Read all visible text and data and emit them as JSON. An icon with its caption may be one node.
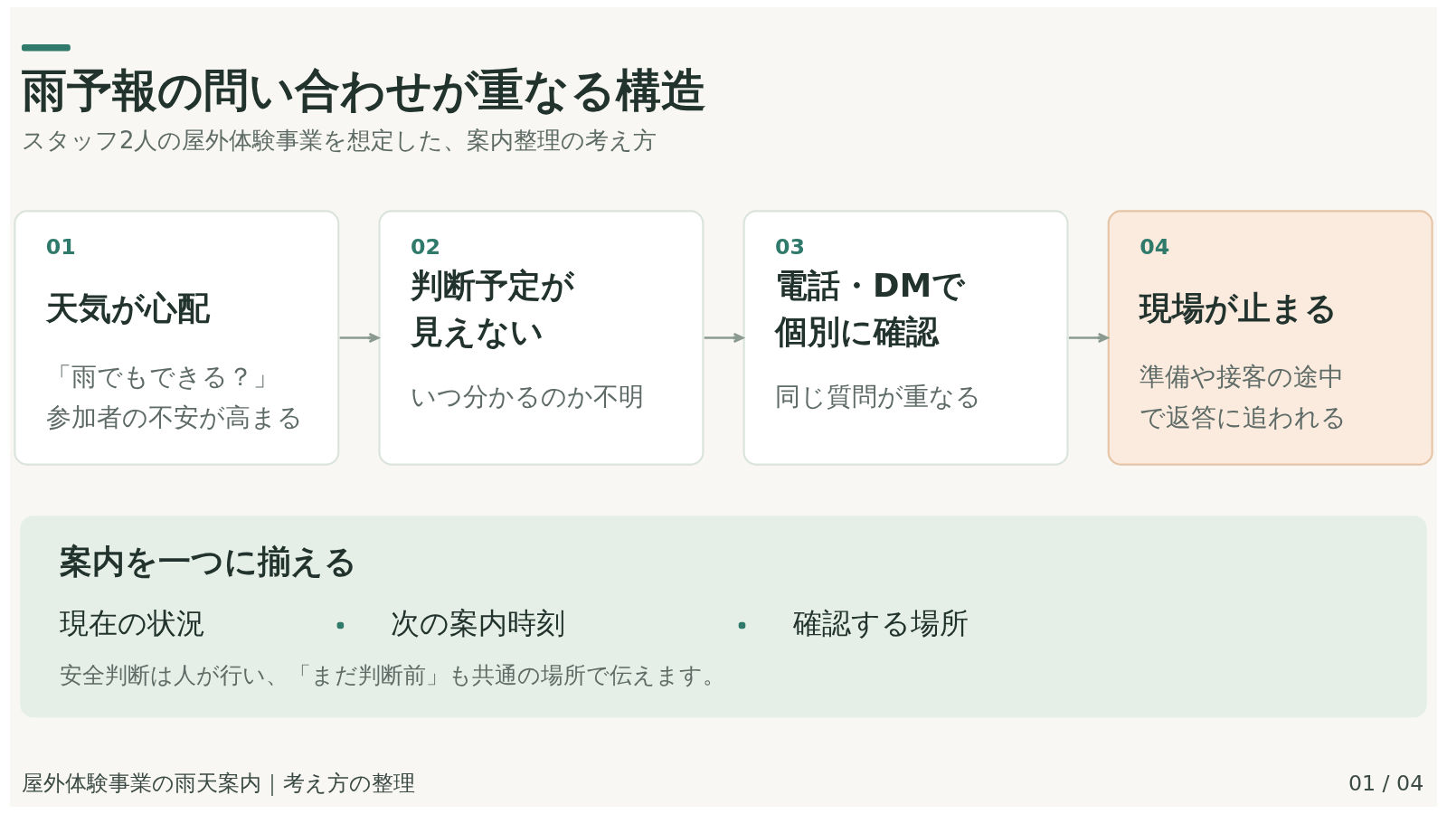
{
  "diagram": {
    "title": "雨予報の問い合わせが重なる構造",
    "nodes": [
      {
        "text": [
          "01",
          "天気が心配",
          "「雨でもできる？」参加者の不安が高まる"
        ]
      },
      {
        "text": [
          "02",
          "判断予定が見えない",
          "いつ分かるのか不明"
        ]
      },
      {
        "text": [
          "03",
          "電話・DMで個別に確認",
          "同じ質問が重なる"
        ]
      },
      {
        "text": [
          "04",
          "現場が止まる",
          "準備や接客の途中で返答に追われる"
        ]
      },
      {
        "text": [
          "案内を一つに揃える",
          "現在の状況",
          "次の案内時刻",
          "確認する場所",
          "安全判断は人が行い、「まだ判断前」も共通の場所で伝えます。"
        ]
      }
    ],
    "edges": [
      {
        "from": 0,
        "to": 1,
        "arrow": "to"
      },
      {
        "from": 1,
        "to": 2,
        "arrow": "to"
      },
      {
        "from": 2,
        "to": 3,
        "arrow": "to"
      }
    ],
    "labels": [
      "スタッフ2人の屋外体験事業を想定した、案内整理の考え方",
      "屋外体験事業の雨天案内｜考え方の整理",
      "01 / 04"
    ]
  }
}
